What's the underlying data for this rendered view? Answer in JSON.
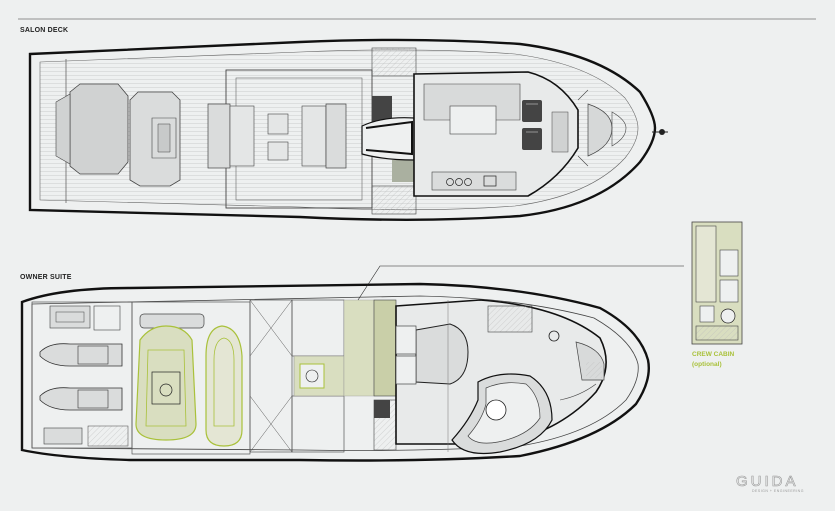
{
  "labels": {
    "salon_deck": "SALON DECK",
    "owner_suite": "OWNER SUITE",
    "crew_cabin_line1": "CREW CABIN",
    "crew_cabin_line2": "(optional)"
  },
  "brand": {
    "logo": "GUIDA",
    "tagline": "DESIGN + ENGINEERING"
  },
  "colors": {
    "background": "#eef0f0",
    "hull_stroke": "#111111",
    "green_accent": "#a9c13a",
    "green_fill": "#d9dec0",
    "gray_fill": "#cfd1d1"
  },
  "icons": [
    "steering-wheel-icon",
    "toilet-icon",
    "jetski-icon",
    "tender-icon",
    "helm-seat-icon"
  ]
}
